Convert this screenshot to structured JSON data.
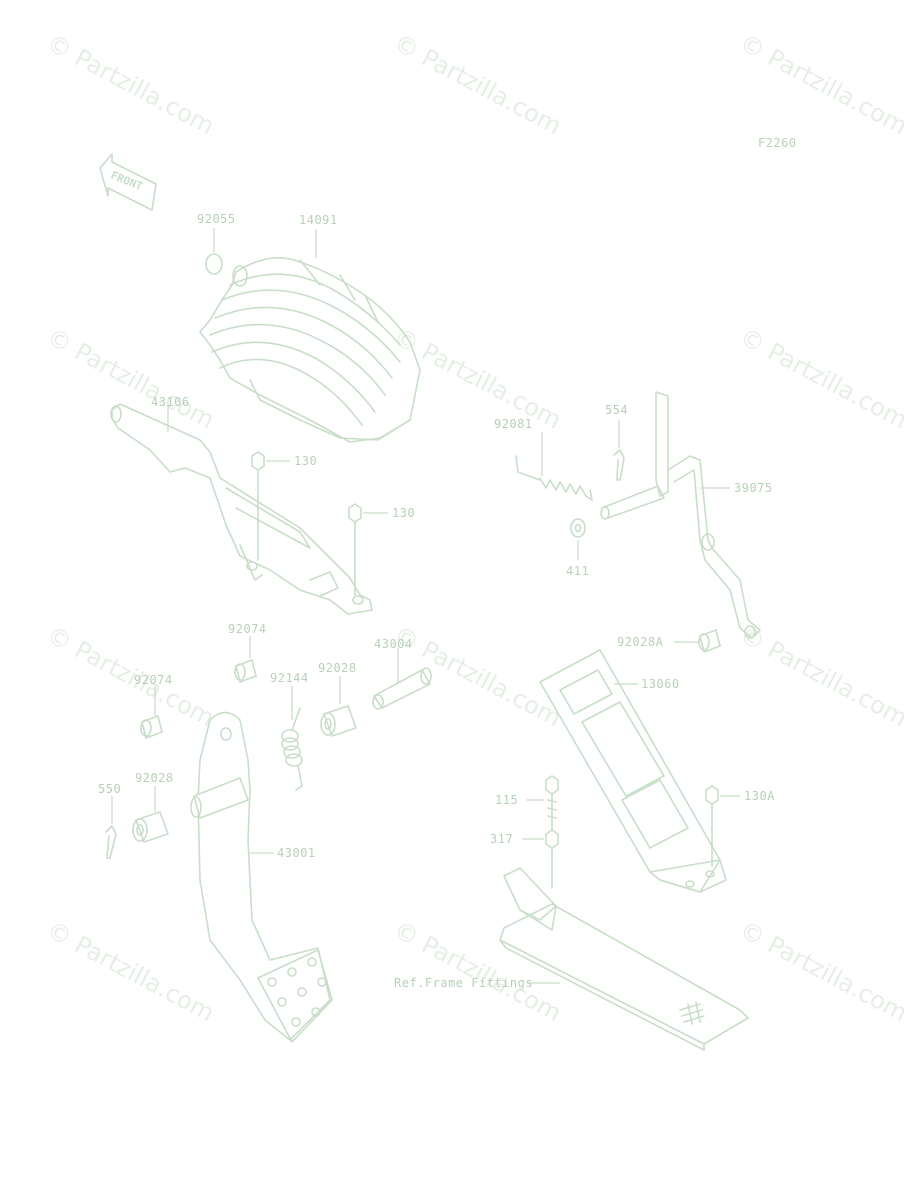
{
  "diagram": {
    "code": "F2260",
    "front_label": "FRONT",
    "watermark": "© Partzilla.com",
    "labels": {
      "p92055": "92055",
      "p14091": "14091",
      "p43106": "43106",
      "p130a": "130",
      "p130b": "130",
      "p92081": "92081",
      "p554": "554",
      "p39075": "39075",
      "p411": "411",
      "p92074a": "92074",
      "p43004": "43004",
      "p92028a": "92028",
      "p92144": "92144",
      "p92074b": "92074",
      "p92028A": "92028A",
      "p13060": "13060",
      "p550": "550",
      "p92028b": "92028",
      "p43001": "43001",
      "p115": "115",
      "p130A": "130A",
      "p317": "317",
      "ref_frame": "Ref.Frame Fittings"
    }
  }
}
